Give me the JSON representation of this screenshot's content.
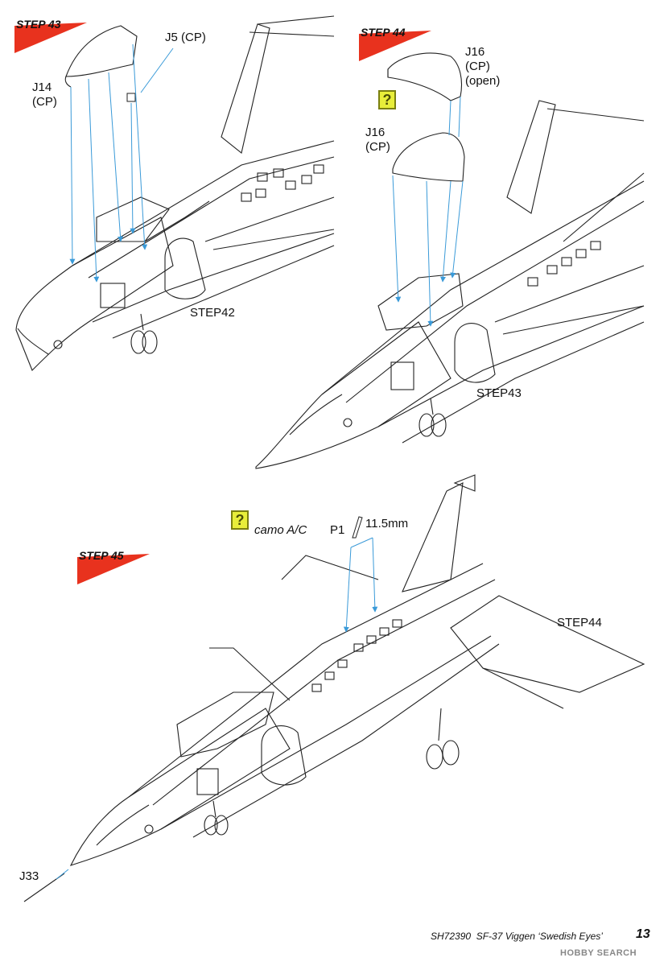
{
  "steps": {
    "s43": "STEP 43",
    "s44": "STEP 44",
    "s45": "STEP 45"
  },
  "parts": {
    "j14": "J14\n(CP)",
    "j5": "J5 (CP)",
    "j16_open": "J16\n(CP)\n(open)",
    "j16": "J16\n(CP)",
    "p1": "P1",
    "dimension": "11.5mm",
    "j33": "J33"
  },
  "references": {
    "step42": "STEP42",
    "step43": "STEP43",
    "step44": "STEP44"
  },
  "option_icon": "?",
  "option_label": "camo A/C",
  "footer": {
    "title": "SH72390  SF-37 Viggen ‘Swedish Eyes’",
    "page": "13",
    "watermark": "HOBBY SEARCH"
  },
  "colors": {
    "badge_red": "#e8321e",
    "callout_blue": "#3a9ad8",
    "option_yellow": "#e8ee3a"
  }
}
